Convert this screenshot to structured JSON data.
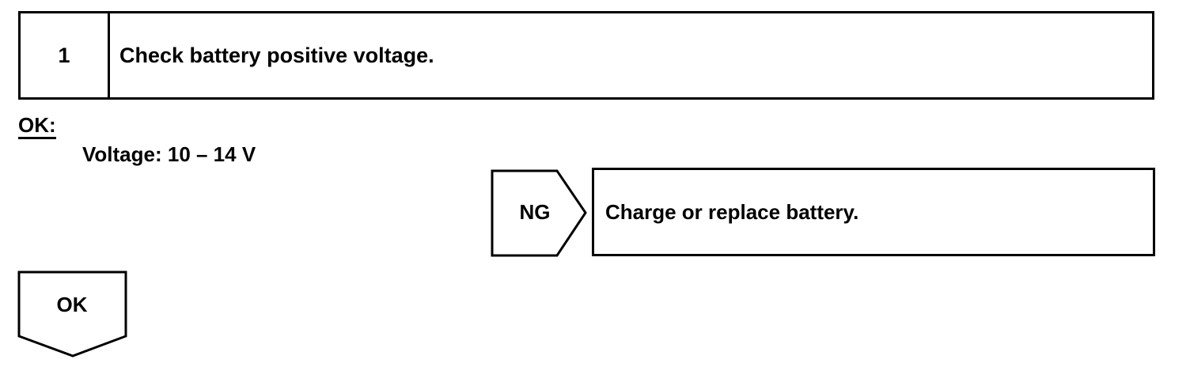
{
  "step": {
    "number": "1",
    "title": "Check battery positive voltage."
  },
  "ok_criteria": {
    "label": "OK:",
    "spec": "Voltage: 10 – 14 V"
  },
  "ng_branch": {
    "label": "NG",
    "action": "Charge or replace battery."
  },
  "ok_branch": {
    "label": "OK"
  }
}
